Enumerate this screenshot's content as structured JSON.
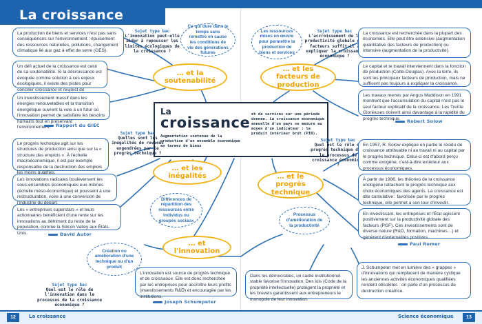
{
  "header": {
    "title": "La croissance"
  },
  "center": {
    "title_small": "La",
    "title_big": "croissance",
    "definition_left": "Augmentation soutenue de la production d'un ensemble économique en termes de biens",
    "definition_right": "et de services sur une période donnée. La croissance économique annuelle d'un pays se mesure au moyen d'un indicateur : le produit intérieur brut (PIB)."
  },
  "hubs": {
    "soutenabilite": "… et la soutenabilité",
    "facteurs": "… et les facteurs de production",
    "inegalites": "… et les inégalités",
    "progres": "… et le progrès technique",
    "innovation": "… et l'innovation"
  },
  "sujets": {
    "s1": {
      "tag": "Sujet type bac",
      "text": "L'innovation peut-elle aider à repousser les limites écologiques de la croissance ?"
    },
    "s2": {
      "tag": "Sujet type bac",
      "text": "L'accroissement de la productivité globale des facteurs suffit-il à expliquer la croissance économique ?"
    },
    "s3": {
      "tag": "Sujet type bac",
      "text": "Quelles sont les inégalités de revenus engendrées par le progrès technique ?"
    },
    "s4": {
      "tag": "Sujet type bac",
      "text": "Quel est le rôle du progrès technique dans le processus de croissance économique ?"
    },
    "s5": {
      "tag": "Sujet type bac",
      "text": "Quel est le rôle de l'innovation dans le processus de la croissance économique ?"
    }
  },
  "bubbles": {
    "b1": "Ce qui dure dans le temps sans remettre en cause les conditions de vie des générations futures",
    "b2": "Les ressources mises en œuvre pour permettre la production de biens et services",
    "b3": "Différences de répartition des ressources entre individus ou groupes sociaux",
    "b4": "Processus d'amélioration de la productivité",
    "b5": "Création ou amélioration d'une technique ou d'un produit"
  },
  "left_boxes": {
    "l1": "La production de biens et services n'est pas sans conséquences sur l'environnement : épuisement des ressources naturelles, pollutions, changement climatique lié aux gaz à effet de serre (GES).",
    "l2": "Un défi actuel de la croissance est celui de sa soutenabilité. Si la décroissance est évoquée comme solution à ces enjeux écologiques, il existe des pistes pour concilier croissance et respect de l'environnement.",
    "l3": "Un investissement massif dans les énergies renouvelables et la transition énergétique ouvrent la voie à un futur où l'innovation permet de satisfaire les besoins humains tout en préservant l'environnement.",
    "l4": "Le progrès technique agit sur les structures de production ainsi que sur la « structure des emplois ». À l'échelle macroéconomique, il est par exemple responsable de la destruction des emplois les moins qualifiés.",
    "l5": "Les innovations radicales bouleversent les sous-ensembles économiques eux-mêmes (échelle méso-économique) et poussent à une restructuration, voire à une conversion de l'industrie du départ.",
    "l6": "Les « entreprises superstars » et leurs actionnaires bénéficient d'une rente sur les innovations au détriment du reste de la population, comme la Silicon Valley aux États-Unis.",
    "l7": "L'innovation est source de progrès technique et de croissance. Elle est donc recherchée par les entreprises pour accroître leurs profits (investissements R&D) et encouragée par les institutions."
  },
  "right_boxes": {
    "r1": "La croissance est recherchée dans la plupart des économies. Elle peut être extensive (augmentation quantitative des facteurs de production) ou intensive (augmentation de la productivité).",
    "r2": "Le capital et le travail interviennent dans la fonction de production (Cobb-Douglas). Avec la terre, ils sont les principaux facteurs de production, mais ne suffisent pas toujours à expliquer la croissance.",
    "r3": "Les travaux menés par Angus Maddison en 1991 montrent que l'accumulation du capital n'est pas le seul facteur explicatif de la croissance. Les Trente Glorieuses doivent ainsi davantage à la rapidité du progrès technique.",
    "r4": "En 1957, R. Solow explique en partie le résidu de croissance attribuable ni au travail ni au capital par le progrès technique. Celui-ci est d'abord perçu comme exogène, c'est-à-dire extérieur aux processus économiques.",
    "r5": "À partir de 1986, les théories de la croissance endogène rattachent le progrès technique aux choix économiques des agents. La croissance est dite cumulative : favorisée par le progrès technique, elle permet à son tour d'investir.",
    "r6": "En investissant, les entreprises et l'État agissent positivement sur la productivité globale des facteurs (PGF). Ces investissements sont de diverse nature (R&D, formation, machines…) et génèrent d'externalités positives.",
    "m1": "Dans les démocraties, un cadre institutionnel stable favorise l'innovation. Des lois (Code de la propriété intellectuelle) protègent la propriété et les brevets garantissent aux entrepreneurs le monopole de leur innovation.",
    "m2": "J. Schumpeter met en lumière des « grappes » d'innovations qui remplacent de manière cyclique les anciennes activités économiques qualifiées rendent obsolètes : on parle d'un processus de destruction créatrice."
  },
  "authors": {
    "giec": "Rapport du GIEC",
    "solow": "Robert Solow",
    "autor": "David Autor",
    "romer": "Paul Romer",
    "schumpeter": "Joseph Schumpeter"
  },
  "footer": {
    "left_num": "12",
    "left_text": "La croissance",
    "right_text": "Science économique",
    "right_num": "13"
  },
  "colors": {
    "primary": "#1d63ad",
    "accent": "#f2b51c",
    "text": "#1d2d45"
  }
}
